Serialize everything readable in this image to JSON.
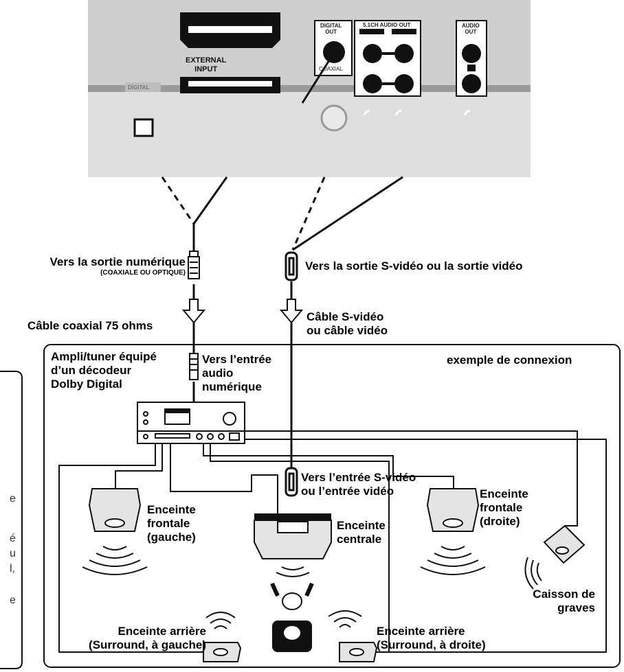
{
  "panel": {
    "external_input": "EXTERNAL",
    "external_input_2": "INPUT",
    "digital": "DIGITAL",
    "digital_out": "DIGITAL",
    "digital_out_2": "OUT",
    "coaxial": "COAXIAL",
    "audio_51": "5.1CH AUDIO OUT",
    "audio_out": "AUDIO",
    "audio_out_2": "OUT"
  },
  "labels": {
    "to_digital_out": "Vers la sortie numérique",
    "to_digital_out_sub": "(COAXIALE OU OPTIQUE)",
    "to_svideo_out": "Vers la sortie S-vidéo ou la sortie vidéo",
    "coax_cable": "Câble coaxial 75 ohms",
    "svideo_cable_1": "Câble S-vidéo",
    "svideo_cable_2": "ou câble vidéo",
    "amp_1": "Ampli/tuner équipé",
    "amp_2": "d’un décodeur",
    "amp_3": "Dolby Digital",
    "to_digital_in_1": "Vers l’entrée",
    "to_digital_in_2": "audio",
    "to_digital_in_3": "numérique",
    "example": "exemple de connexion",
    "to_svideo_in_1": "Vers l’entrée S-vidéo",
    "to_svideo_in_2": "ou l’entrée vidéo",
    "front_left_1": "Enceinte",
    "front_left_2": "frontale",
    "front_left_3": "(gauche)",
    "center_1": "Enceinte",
    "center_2": "centrale",
    "front_right_1": "Enceinte",
    "front_right_2": "frontale",
    "front_right_3": "(droite)",
    "sub_1": "Caisson de",
    "sub_2": "graves",
    "rear_left_1": "Enceinte arrière",
    "rear_left_2": "(Surround, à gauche)",
    "rear_right_1": "Enceinte arrière",
    "rear_right_2": "(Surround, à droite)"
  },
  "edge_text": [
    "e",
    "é",
    "u",
    "l,",
    "e"
  ]
}
